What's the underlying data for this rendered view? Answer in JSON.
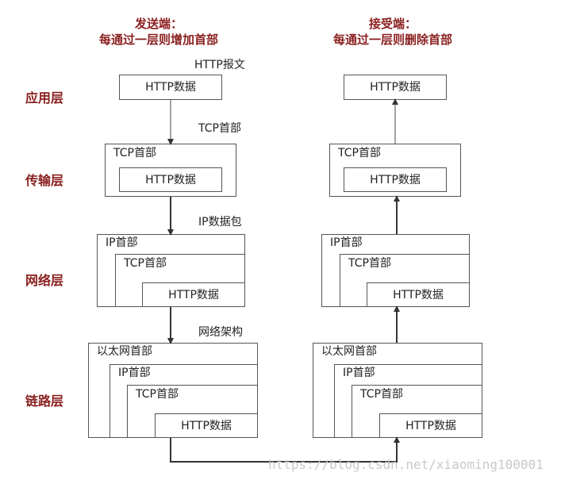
{
  "titles": {
    "sender_line1": "发送端：",
    "sender_line2": "每通过一层则增加首部",
    "receiver_line1": "接受端：",
    "receiver_line2": "每通过一层则删除首部"
  },
  "layers": {
    "application": "应用层",
    "transport": "传输层",
    "network": "网络层",
    "link": "链路层"
  },
  "annotations": {
    "http_message": "HTTP报文",
    "tcp_header": "TCP首部",
    "ip_packet": "IP数据包",
    "network_frame": "网络架构"
  },
  "labels": {
    "http_data": "HTTP数据",
    "tcp_header": "TCP首部",
    "ip_header": "IP首部",
    "ethernet_header": "以太网首部"
  },
  "watermark": "https://blog.csdn.net/xiaoming100001"
}
